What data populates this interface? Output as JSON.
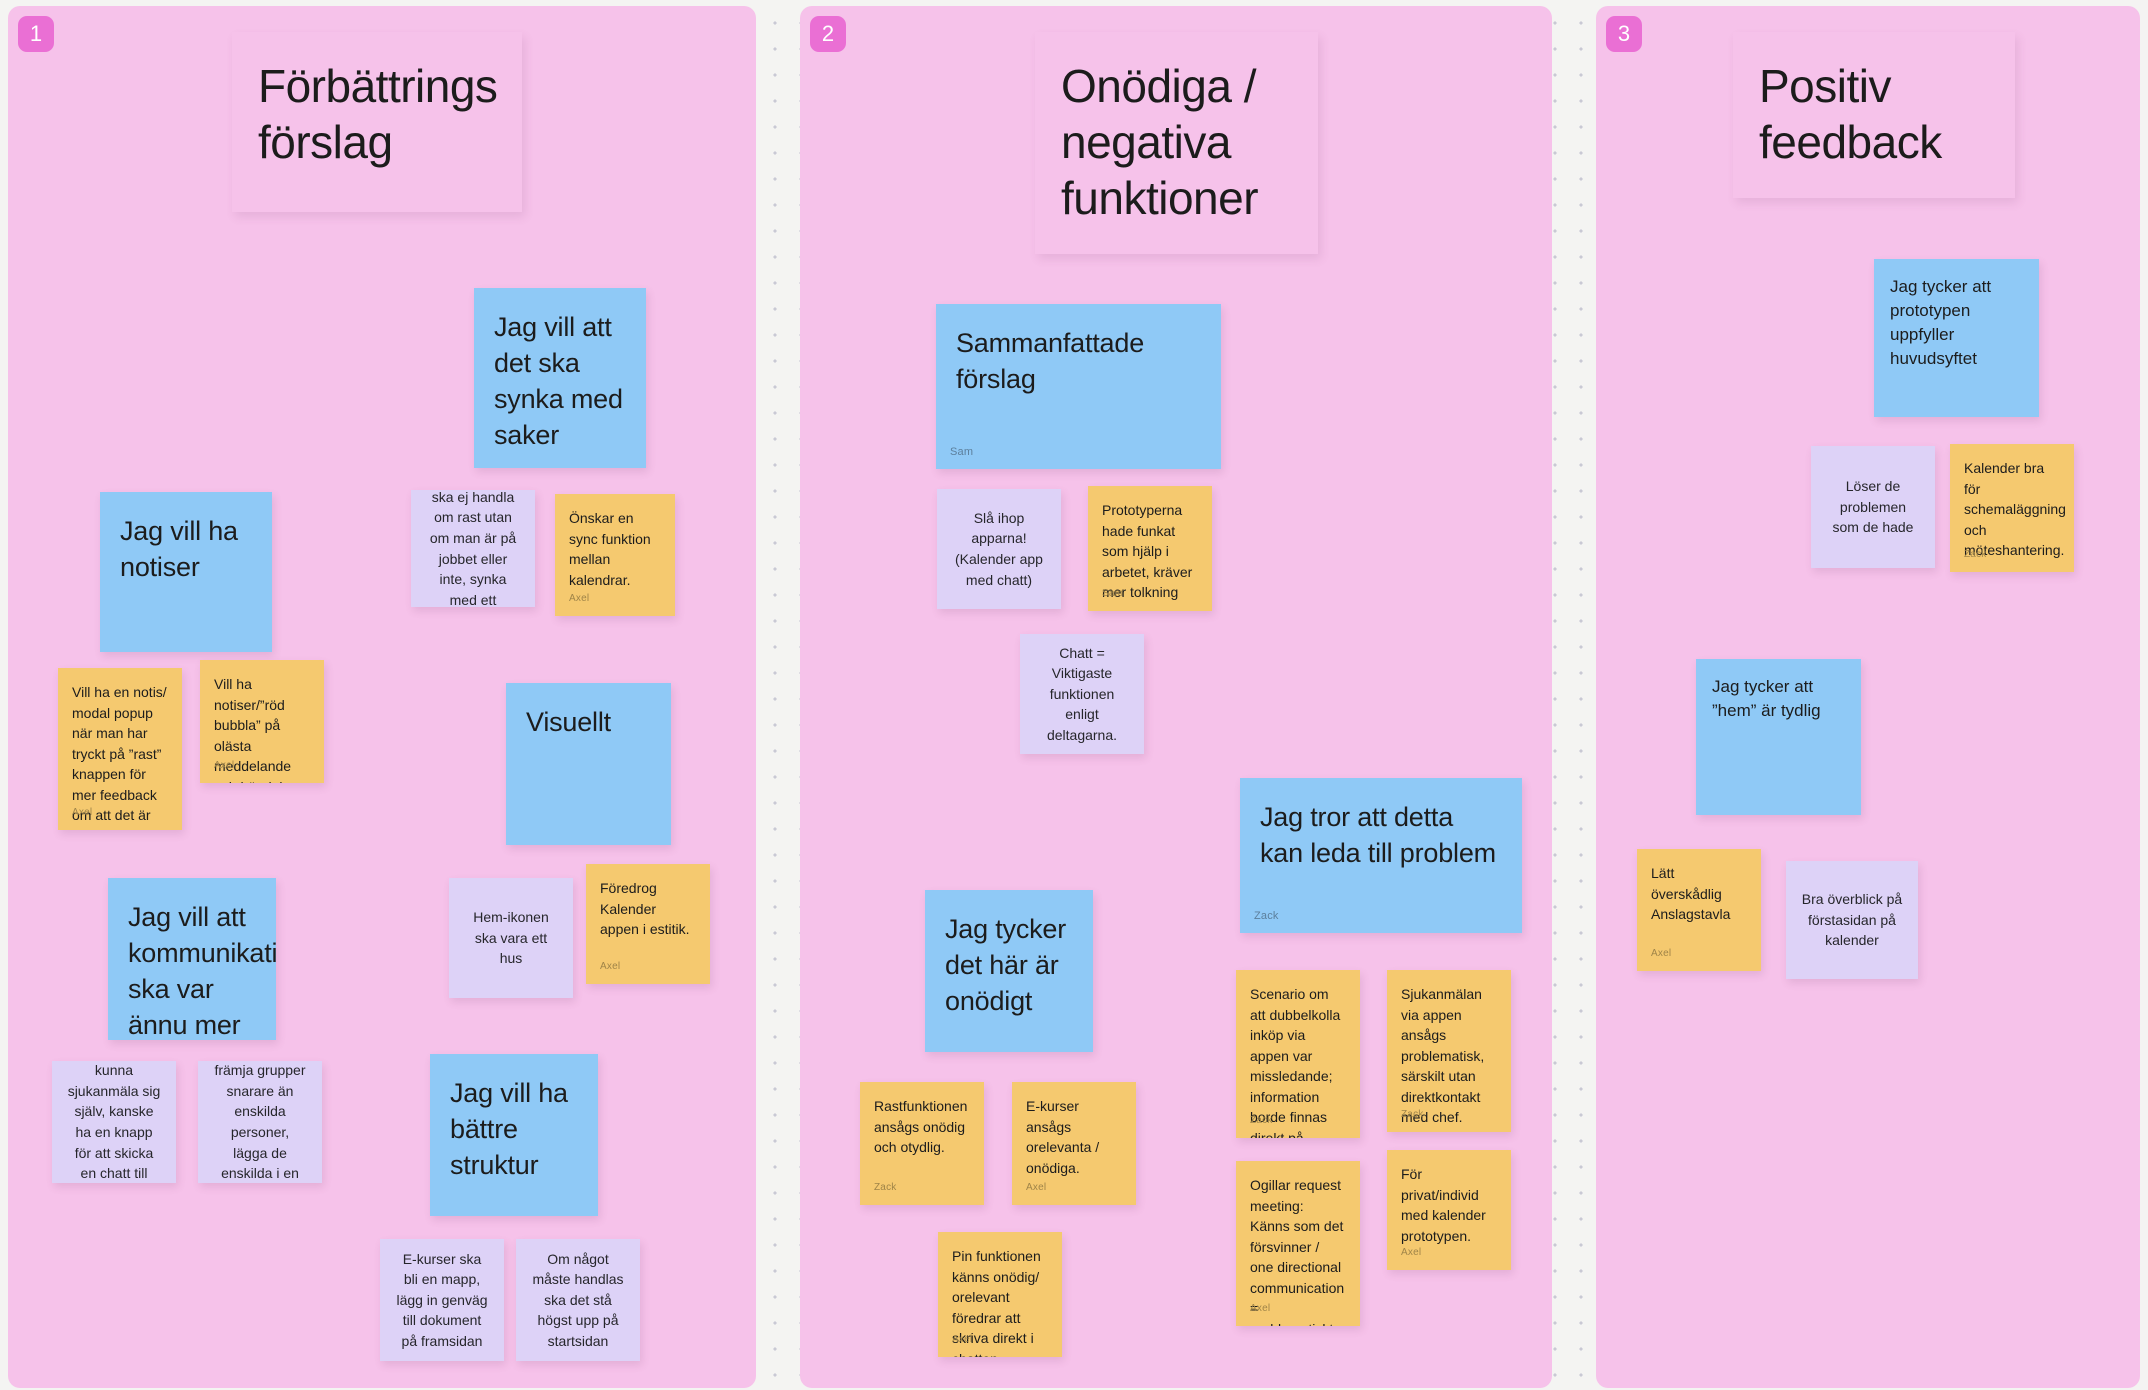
{
  "board": {
    "background_color": "#f4f4f2",
    "frame_color": "#f6c2ea",
    "badge_color": "#ea6fd4",
    "colors": {
      "blue": "#8fc9f6",
      "yellow": "#f5c96f",
      "lavender": "#ddd2f7"
    }
  },
  "frames": [
    {
      "badge": "1",
      "title": "Förbättrings förslag",
      "notes": [
        {
          "text": "Jag vill att det ska synka med saker",
          "author": "",
          "color": "blue"
        },
        {
          "text": "Jag vill ha notiser",
          "author": "",
          "color": "blue"
        },
        {
          "text": "Statusfunktionen ska ej handla om rast utan om man är på jobbet eller inte, synka med ett schema?",
          "author": "",
          "color": "lavender"
        },
        {
          "text": "Önskar en sync funktion mellan kalendrar.",
          "author": "Axel",
          "color": "yellow"
        },
        {
          "text": "Vill ha en notis/ modal popup när man har tryckt på ”rast” knappen för mer feedback om att det är tryckt.",
          "author": "Axel",
          "color": "yellow"
        },
        {
          "text": "Vill ha notiser/”röd bubbla” på olästa meddelande och händelser.",
          "author": "Axel",
          "color": "yellow"
        },
        {
          "text": "Visuellt",
          "author": "",
          "color": "blue"
        },
        {
          "text": "Jag vill att kommunikation ska var ännu mer på gruppnivå",
          "author": "",
          "color": "blue"
        },
        {
          "text": "Hem-ikonen ska vara ett hus",
          "author": "",
          "color": "lavender"
        },
        {
          "text": "Föredrog Kalender appen i estitik.",
          "author": "Axel",
          "color": "yellow"
        },
        {
          "text": "Man ska EJ kunna sjukanmäla sig själv, kanske ha en knapp för att skicka en chatt till admin?",
          "author": "",
          "color": "lavender"
        },
        {
          "text": "Chattsidan ska främja grupper snarare än enskilda personer, lägga de enskilda i en mapp?",
          "author": "",
          "color": "lavender"
        },
        {
          "text": "Jag vill ha bättre struktur",
          "author": "",
          "color": "blue"
        },
        {
          "text": "E-kurser ska bli en mapp, lägg in genväg till dokument på framsidan",
          "author": "",
          "color": "lavender"
        },
        {
          "text": "Om något måste handlas ska det stå högst upp på startsidan",
          "author": "",
          "color": "lavender"
        }
      ]
    },
    {
      "badge": "2",
      "title": "Onödiga / negativa funktioner",
      "notes": [
        {
          "text": "Sammanfattade förslag",
          "author": "Sam",
          "color": "blue"
        },
        {
          "text": "Slå ihop apparna! (Kalender app med chatt)",
          "author": "",
          "color": "lavender"
        },
        {
          "text": "Prototyperna hade funkat som hjälp i arbetet, kräver mer tolkning",
          "author": "Sam",
          "color": "yellow"
        },
        {
          "text": "Chatt = Viktigaste funktionen enligt deltagarna.",
          "author": "",
          "color": "lavender"
        },
        {
          "text": "Jag tror att detta kan leda till problem",
          "author": "Zack",
          "color": "blue"
        },
        {
          "text": "Jag tycker det här är onödigt",
          "author": "",
          "color": "blue"
        },
        {
          "text": "Rastfunktionen ansågs onödig och otydlig.",
          "author": "Zack",
          "color": "yellow"
        },
        {
          "text": "E-kurser ansågs orelevanta / onödiga.",
          "author": "Axel",
          "color": "yellow"
        },
        {
          "text": "Pin funktionen känns onödig/ orelevant föredrar att skriva direkt i chatten.",
          "author": "Axel",
          "color": "yellow"
        },
        {
          "text": "Scenario om att dubbelkolla inköp via appen var missledande; information borde finnas direkt på startsidan.",
          "author": "Zack",
          "color": "yellow"
        },
        {
          "text": "Sjukanmälan via appen ansågs problematisk, särskilt utan direktkontakt med chef.",
          "author": "Zack",
          "color": "yellow"
        },
        {
          "text": "Ogillar request meeting: Känns som det försvinner / one directional communication = problematiskt.",
          "author": "Axel",
          "color": "yellow"
        },
        {
          "text": "För privat/individ med kalender prototypen.",
          "author": "Axel",
          "color": "yellow"
        }
      ]
    },
    {
      "badge": "3",
      "title": "Positiv feedback",
      "notes": [
        {
          "text": "Jag tycker att prototypen uppfyller huvudsyftet",
          "author": "",
          "color": "blue"
        },
        {
          "text": "Löser de problemen som de hade",
          "author": "",
          "color": "lavender"
        },
        {
          "text": "Kalender bra för schemaläggning och möteshantering.",
          "author": "Zack",
          "color": "yellow"
        },
        {
          "text": "Jag tycker att ”hem” är tydlig",
          "author": "",
          "color": "blue"
        },
        {
          "text": "Lätt överskådlig Anslagstavla",
          "author": "Axel",
          "color": "yellow"
        },
        {
          "text": "Bra överblick på förstasidan på kalender",
          "author": "",
          "color": "lavender"
        }
      ]
    }
  ]
}
